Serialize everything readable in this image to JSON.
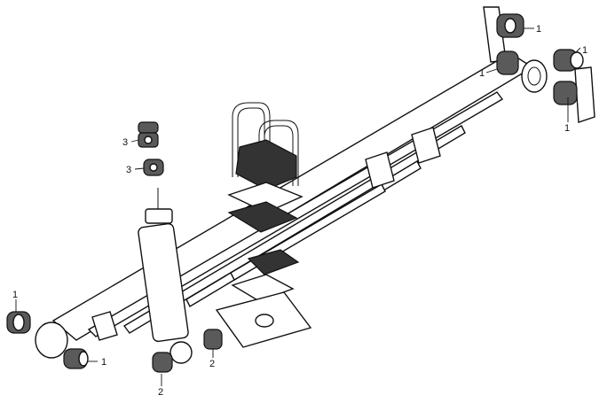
{
  "callouts": [
    {
      "id": "rear-upper-bushing",
      "label": "1"
    },
    {
      "id": "eye-bushing-right",
      "label": "1"
    },
    {
      "id": "shackle-pin-bushing",
      "label": "1"
    },
    {
      "id": "shackle-lower-bushing",
      "label": "1"
    },
    {
      "id": "front-eye-bushing-outer",
      "label": "1"
    },
    {
      "id": "front-eye-bushing-inner",
      "label": "1"
    },
    {
      "id": "shock-lower-bushing-a",
      "label": "2"
    },
    {
      "id": "shock-lower-bushing-b",
      "label": "2"
    },
    {
      "id": "shock-upper-bushing-a",
      "label": "3"
    },
    {
      "id": "shock-upper-bushing-b",
      "label": "3"
    }
  ]
}
